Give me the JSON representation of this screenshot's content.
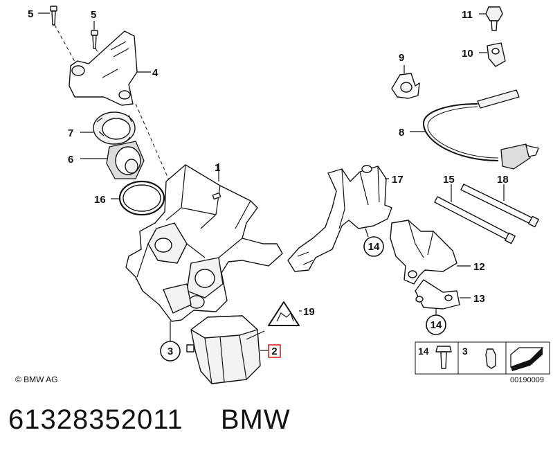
{
  "callouts": {
    "p1": "1",
    "p2": "2",
    "p3": "3",
    "p4": "4",
    "p5a": "5",
    "p5b": "5",
    "p6": "6",
    "p7": "7",
    "p8": "8",
    "p9": "9",
    "p10": "10",
    "p11": "11",
    "p12": "12",
    "p13": "13",
    "p14a": "14",
    "p14b": "14",
    "p15": "15",
    "p16": "16",
    "p17": "17",
    "p18": "18",
    "p19": "19"
  },
  "highlight_color": "#d9261c",
  "legend": {
    "item_a": "14",
    "item_b": "3"
  },
  "copyright": "© BMW AG",
  "image_number": "00190009",
  "footer": {
    "part_number": "61328352011",
    "brand": "BMW"
  }
}
